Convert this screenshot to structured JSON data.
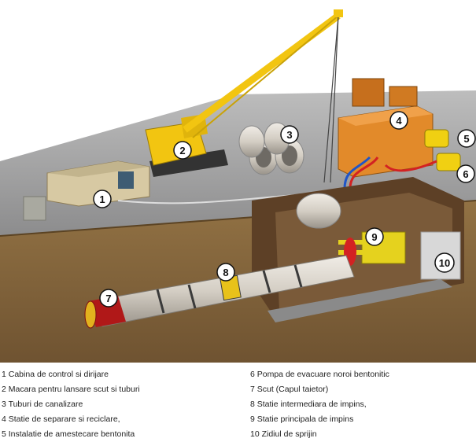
{
  "callouts": [
    {
      "id": "1",
      "label": "1"
    },
    {
      "id": "2",
      "label": "2"
    },
    {
      "id": "3",
      "label": "3"
    },
    {
      "id": "4",
      "label": "4"
    },
    {
      "id": "5",
      "label": "5"
    },
    {
      "id": "6",
      "label": "6"
    },
    {
      "id": "7",
      "label": "7"
    },
    {
      "id": "8",
      "label": "8"
    },
    {
      "id": "9",
      "label": "9"
    },
    {
      "id": "10",
      "label": "10"
    }
  ],
  "legend": {
    "left": [
      "1 Cabina de control si dirijare",
      "2 Macara pentru lansare scut si tuburi",
      "3 Tuburi de canalizare",
      "4 Statie de separare si reciclare,",
      "5 Instalatie de amestecare bentonita"
    ],
    "right": [
      "6 Pompa de evacuare noroi bentonitic",
      "7 Scut (Capul taietor)",
      "8 Statie intermediara de impins,",
      "9 Statie principala de impins",
      "10 Zidiul de sprijin"
    ]
  },
  "colors": {
    "ground_top": "#8f8f90",
    "soil": "#8a6a3c",
    "crane": "#f2c511",
    "plant": "#e28a2a",
    "shaft_wood": "#6b4a2b",
    "pipe": "#d9d4cc",
    "shield": "#b01818",
    "hose_red": "#d32222",
    "hose_blue": "#1f55c8"
  }
}
